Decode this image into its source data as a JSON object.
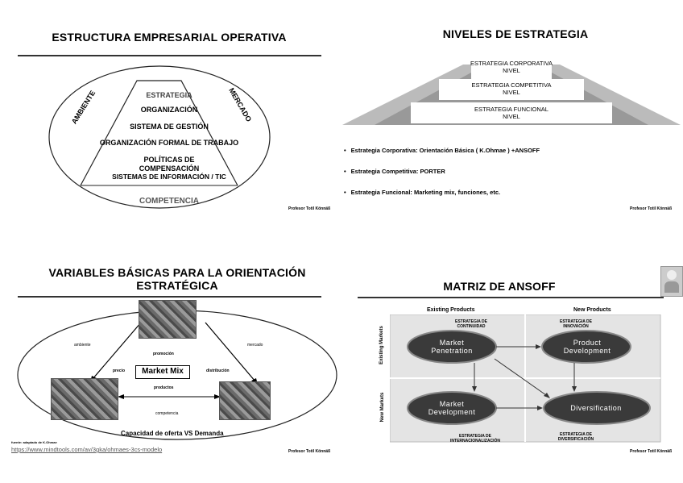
{
  "slide1": {
    "title": "ESTRUCTURA EMPRESARIAL OPERATIVA",
    "left_side": "AMBIENTE",
    "right_side": "MERCADO",
    "layers": [
      "ESTRATEGIA",
      "ORGANIZACIÓN",
      "SISTEMA DE GESTIÓN",
      "ORGANIZACIÓN FORMAL DE TRABAJO",
      "POLÍTICAS DE COMPENSACIÓN",
      "SISTEMAS DE INFORMACIÓN / TIC"
    ],
    "bottom": "COMPETENCIA",
    "footer": "Profesor Totil Könnäß"
  },
  "slide2": {
    "title": "NIVELES DE ESTRATEGIA",
    "levels": [
      {
        "line1": "ESTRATEGIA CORPORATIVA",
        "line2": "NIVEL"
      },
      {
        "line1": "ESTRATEGIA COMPETITIVA",
        "line2": "NIVEL"
      },
      {
        "line1": "ESTRATEGIA FUNCIONAL",
        "line2": "NIVEL"
      }
    ],
    "bullets": [
      "Estrategia Corporativa: Orientación Básica ( K.Ohmae ) +ANSOFF",
      "Estrategia Competitiva: PORTER",
      "Estrategia Funcional: Marketing mix, funciones, etc."
    ],
    "footer": "Profesor Totil Könnäß"
  },
  "slide3": {
    "title_line1": "VARIABLES BÁSICAS PARA LA ORIENTACIÓN",
    "title_line2": "ESTRATÉGICA",
    "center": "Market Mix",
    "labels": {
      "ambiente": "ambiente",
      "mercado": "mercado",
      "promocion": "promoción",
      "precio": "precio",
      "distribucion": "distribución",
      "productos": "productos",
      "competencia": "competencia"
    },
    "bottom": "Capacidad de oferta VS Demanda",
    "source": "fuente: adaptado de K.Ohmae",
    "link": "https://www.mindtools.com/av/3gka/ohmaes-3cs-modelo",
    "footer": "Profesor Totil Könnäß"
  },
  "slide4": {
    "title": "MATRIZ DE ANSOFF",
    "col_headers": [
      "Existing Products",
      "New Products"
    ],
    "row_headers": [
      "Existing Markets",
      "New Markets"
    ],
    "cells": [
      {
        "tag": "ESTRATEGIA DE CONTINUIDAD",
        "label": "Market Penetration"
      },
      {
        "tag": "ESTRATEGIA DE INNOVACIÓN",
        "label": "Product Development"
      },
      {
        "tag": "ESTRATEGIA DE INTERNACIONALIZACIÓN",
        "label": "Market Development"
      },
      {
        "tag": "ESTRATEGIA DE DIVERSIFICACIÓN",
        "label": "Diversification"
      }
    ],
    "footer": "Profesor Totil Könnäß"
  }
}
